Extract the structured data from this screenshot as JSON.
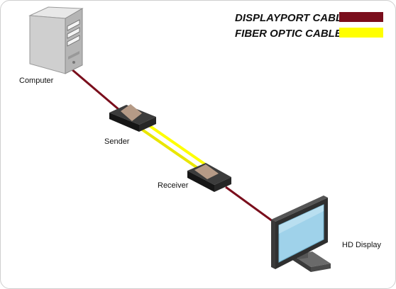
{
  "legend": {
    "displayport_label": "DISPLAYPORT CABLE",
    "fiber_label": "FIBER OPTIC CABLE",
    "displayport_color": "#7a0e1c",
    "fiber_color": "#ffff00"
  },
  "devices": {
    "computer": "Computer",
    "sender": "Sender",
    "receiver": "Receiver",
    "display": "HD Display"
  }
}
